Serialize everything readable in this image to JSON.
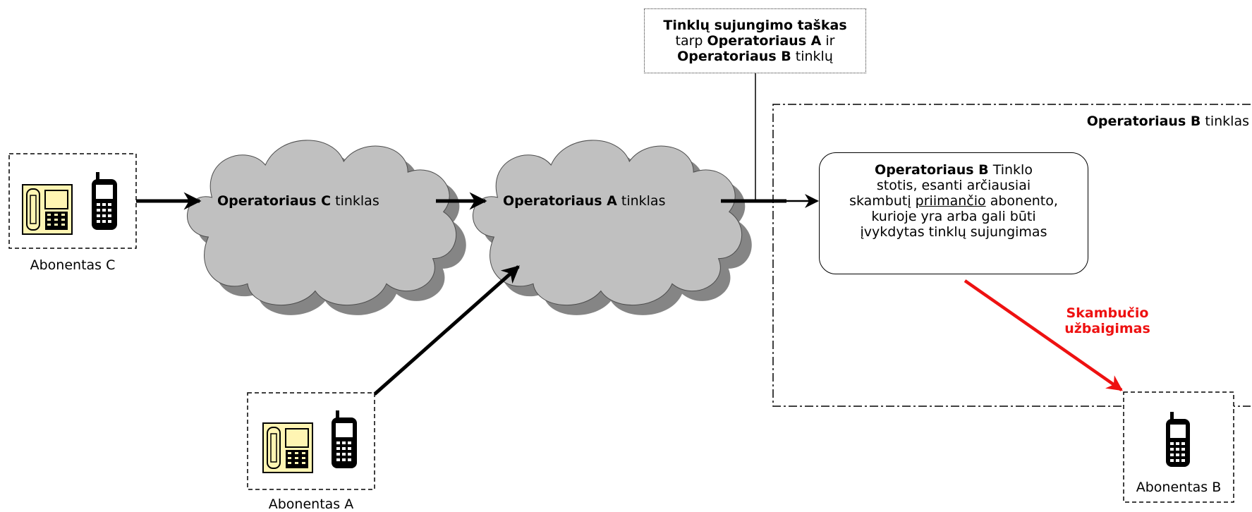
{
  "callout": {
    "line1_bold": "Tinklų sujungimo taškas",
    "line2_pre": "tarp ",
    "line2_bold": "Operatoriaus A",
    "line2_post": " ir",
    "line3_bold": "Operatoriaus B",
    "line3_post": " tinklų"
  },
  "operator_b_region": {
    "label_bold": "Operatoriaus B",
    "label_post": " tinklas"
  },
  "cloud_c": {
    "label_bold": "Operatoriaus C",
    "label_post": " tinklas"
  },
  "cloud_a": {
    "label_bold": "Operatoriaus A",
    "label_post": " tinklas"
  },
  "station": {
    "line1_bold": "Operatoriaus B",
    "line1_post": " Tinklo",
    "line2": "stotis, esanti arčiausiai",
    "line3_pre": "skambutį ",
    "line3_under": "priimančio",
    "line3_post": " abonento,",
    "line4": "kurioje yra arba gali būti",
    "line5": "įvykdytas tinklų sujungimas"
  },
  "completion": {
    "line1": "Skambučio",
    "line2": "užbaigimas",
    "color": "#ee1111"
  },
  "subscribers": {
    "c": "Abonentas C",
    "a": "Abonentas A",
    "b": "Abonentas B"
  },
  "icons": [
    "desk-phone-icon",
    "mobile-phone-icon"
  ],
  "colors": {
    "cloud": "#c0c0c0",
    "cloud_shadow": "#858585",
    "desk_phone": "#fff5b3",
    "arrow": "#000000"
  }
}
